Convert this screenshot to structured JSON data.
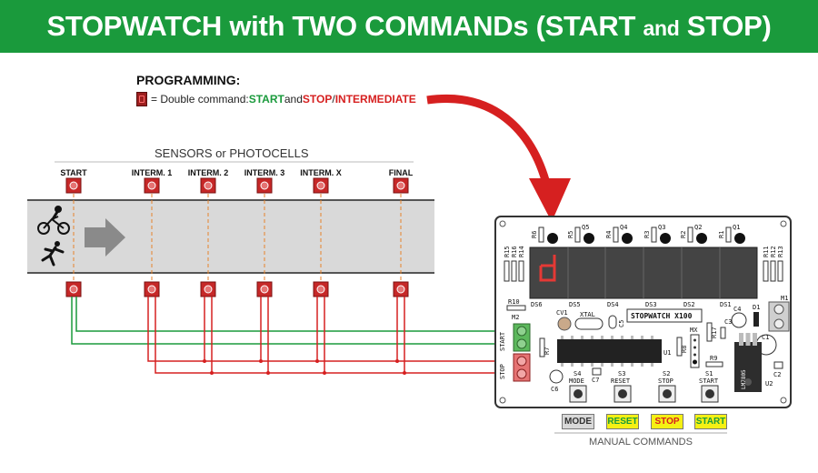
{
  "banner": {
    "title_main": "STOPWATCH with TWO COMMANDs (START ",
    "title_and": "and",
    "title_end": " STOP)"
  },
  "programming": {
    "title": "PROGRAMMING:",
    "legend_prefix": "= Double command: ",
    "legend_start": "START",
    "legend_and": " and ",
    "legend_stop": "STOP",
    "legend_slash": "/",
    "legend_intermediate": "INTERMEDIATE"
  },
  "sensors": {
    "title": "SENSORS or PHOTOCELLS",
    "items": [
      "START",
      "INTERM. 1",
      "INTERM. 2",
      "INTERM. 3",
      "INTERM. X",
      "FINAL"
    ]
  },
  "board": {
    "connector_labels": [
      "START",
      "STOP"
    ],
    "connector_ref": "M2",
    "power_ref": "M1",
    "name_label": "STOPWATCH X100",
    "display_refs": [
      "DS6",
      "DS5",
      "DS4",
      "DS3",
      "DS2",
      "DS1"
    ],
    "transistor_refs": [
      "Q5",
      "Q4",
      "Q3",
      "Q2",
      "Q1"
    ],
    "top_resistors": [
      "R6",
      "R5",
      "R4",
      "R3",
      "R2",
      "R1"
    ],
    "left_resistors": [
      "R15",
      "R16",
      "R14"
    ],
    "right_resistors": [
      "R11",
      "R12",
      "R13"
    ],
    "misc_refs": [
      "R10",
      "CV1",
      "XTAL",
      "C5",
      "R7",
      "R8",
      "R17",
      "MX",
      "C4",
      "D1",
      "C3",
      "C1",
      "R9",
      "U1",
      "C6",
      "C7",
      "C2",
      "U2"
    ],
    "regulator": "LM7805",
    "button_refs": [
      {
        "ref": "S4",
        "name": "MODE"
      },
      {
        "ref": "S3",
        "name": "RESET"
      },
      {
        "ref": "S2",
        "name": "STOP"
      },
      {
        "ref": "S1",
        "name": "START"
      }
    ]
  },
  "manual": {
    "title": "MANUAL COMMANDS",
    "buttons": [
      {
        "label": "MODE",
        "color": "#d9d9d9",
        "text_color": "#333333"
      },
      {
        "label": "RESET",
        "color": "#f5f014",
        "text_color": "#1a9a3c"
      },
      {
        "label": "STOP",
        "color": "#f5f014",
        "text_color": "#d62020"
      },
      {
        "label": "START",
        "color": "#f5f014",
        "text_color": "#1a9a3c"
      }
    ]
  },
  "colors": {
    "banner": "#1a9a3c",
    "start_wire": "#1a9a3c",
    "stop_wire": "#d62020",
    "arrow": "#d62020",
    "sensor": "#c62828"
  },
  "icons": [
    "cyclist-icon",
    "runner-icon",
    "direction-arrow-icon",
    "curved-arrow-icon",
    "display-digit-icon"
  ]
}
